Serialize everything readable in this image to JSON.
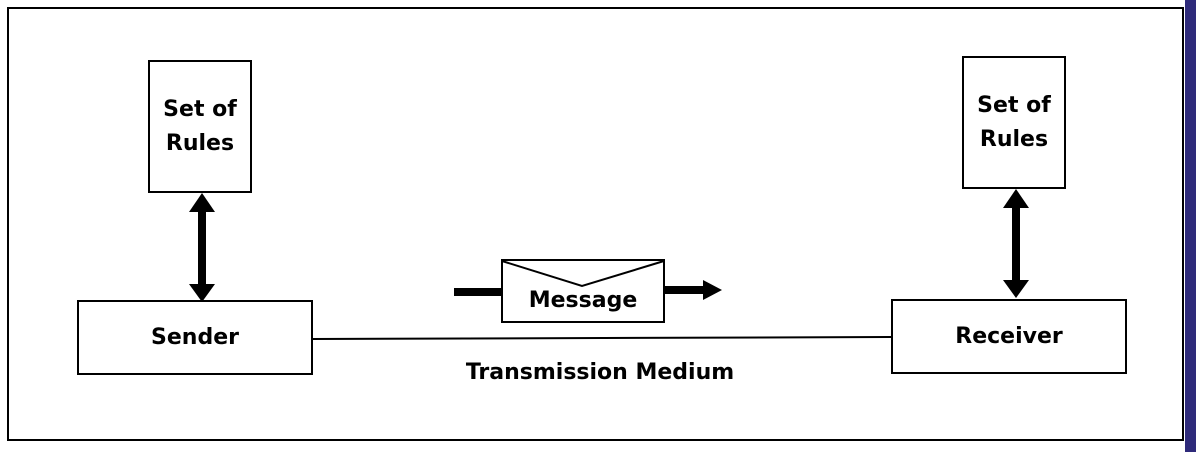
{
  "diagram": {
    "sender_rules": {
      "line1": "Set of",
      "line2": "Rules"
    },
    "receiver_rules": {
      "line1": "Set of",
      "line2": "Rules"
    },
    "sender_label": "Sender",
    "receiver_label": "Receiver",
    "message_label": "Message",
    "medium_label": "Transmission Medium"
  },
  "colors": {
    "stroke": "#000000",
    "background": "#ffffff",
    "right_strip": "#2e2a7a"
  }
}
